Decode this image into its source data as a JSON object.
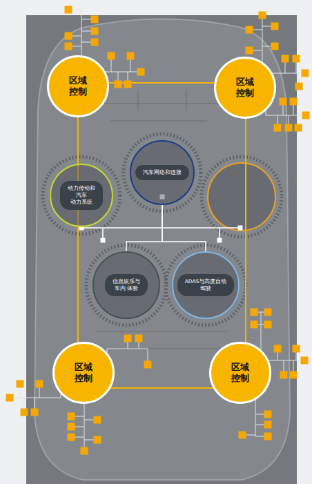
{
  "diagram": {
    "nodes": [
      {
        "text": [
          "区域 控制"
        ]
      },
      {
        "text": [
          "区域 控制"
        ]
      },
      {
        "text": [
          "汽车网络和连接"
        ]
      },
      {
        "text": [
          "动力传动和 汽车 动力系统"
        ]
      },
      {
        "text": [
          "信息娱乐与 车内 体验"
        ]
      },
      {
        "text": [
          "ADAS与高度自动 驾驶"
        ]
      },
      {
        "text": [
          "区域 控制"
        ]
      },
      {
        "text": [
          "区域 控制"
        ]
      }
    ],
    "edges": [
      {
        "from": 2,
        "to": 3,
        "arrow": "none"
      },
      {
        "from": 2,
        "to": 4,
        "arrow": "none"
      },
      {
        "from": 2,
        "to": 5,
        "arrow": "none"
      }
    ]
  }
}
